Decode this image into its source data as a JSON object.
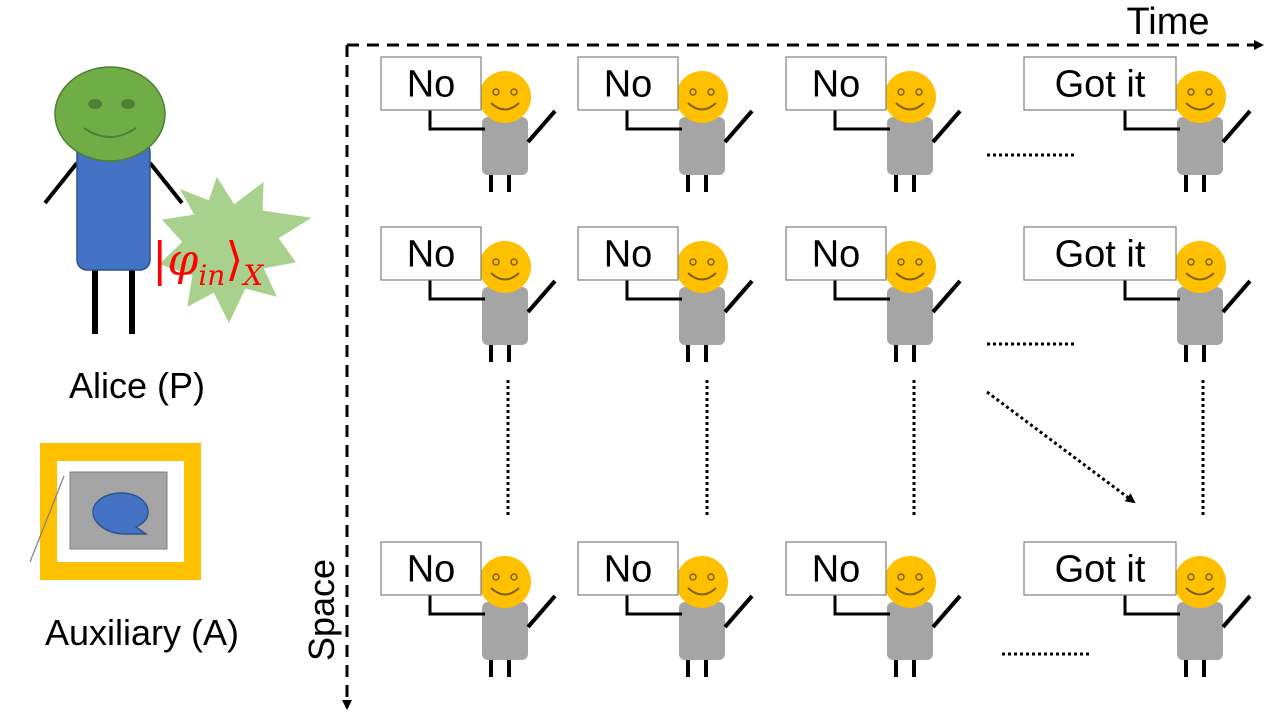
{
  "labels": {
    "time": "Time",
    "space": "Space",
    "alice": "Alice (P)",
    "auxiliary": "Auxiliary (A)"
  },
  "state": {
    "bra_left": "|",
    "phi": "φ",
    "sub": "in",
    "ket_right": "⟩",
    "basis": "X"
  },
  "grid": {
    "rows": [
      [
        "No",
        "No",
        "No",
        "Got it"
      ],
      [
        "No",
        "No",
        "No",
        "Got it"
      ],
      [
        "No",
        "No",
        "No",
        "Got it"
      ]
    ]
  },
  "colors": {
    "alice_head": "#70ad47",
    "alice_body": "#4472c4",
    "burst": "#a9d18e",
    "state_text": "#ff0000",
    "smiley": "#ffc000",
    "body_gray": "#a5a5a5",
    "aux_frame": "#ffc000",
    "aux_inner": "#a5a5a5",
    "aux_bubble": "#4472c4"
  }
}
